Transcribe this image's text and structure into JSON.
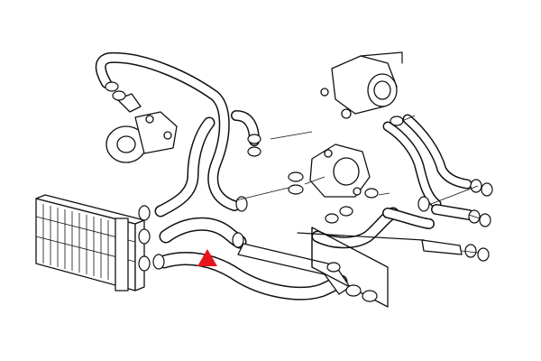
{
  "diagram": {
    "marker_color": "#e8141c",
    "line_color": "#111111",
    "background": "#ffffff",
    "components": [
      "radiator",
      "water-pump",
      "thermostat-housing",
      "throttle-body",
      "coolant-hoses",
      "hose-clamps",
      "coolant-pipe"
    ],
    "highlight_marker": "red-arrow-indicator"
  }
}
